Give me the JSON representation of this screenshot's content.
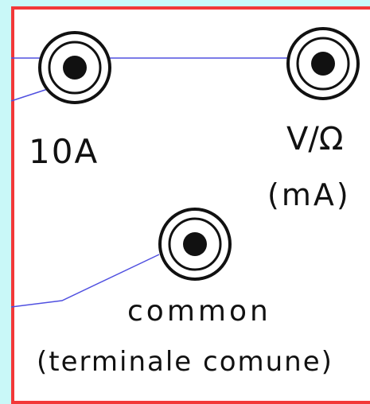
{
  "colors": {
    "background": "#c9f8f8",
    "panel": "#ffffff",
    "border": "#f23838",
    "pointer_line": "#5050e0",
    "ink": "#111111"
  },
  "terminals": [
    {
      "label": "10A"
    },
    {
      "label": "V/Ω",
      "sublabel": "(mA)"
    },
    {
      "label": "common",
      "sublabel": "(terminale comune)"
    }
  ]
}
